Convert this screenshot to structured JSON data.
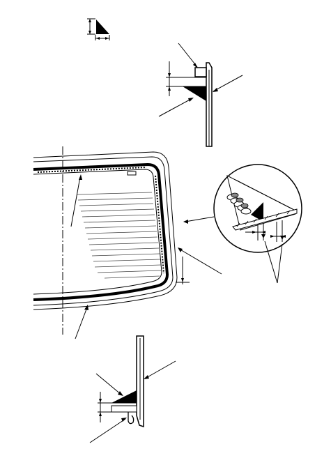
{
  "figure": {
    "description_visible_text": "",
    "colors": {
      "ink": "#000000",
      "paper": "#ffffff",
      "glass_lines": "#444444"
    },
    "callouts": {
      "top_section": [
        "retainer-clip-callout",
        "bead-callout",
        "panel-callout",
        "bead-height-dim"
      ],
      "window_view": [
        "glass-edge-callout",
        "centerline-callout",
        "lower-bead-callout",
        "corner-callout",
        "detail-callout"
      ],
      "detail_circle": [
        "primer-width-dim-left",
        "primer-width-dim-right",
        "detail-leader"
      ],
      "bottom_section": [
        "panel-callout",
        "bead-callout",
        "retainer-callout",
        "bead-height-dim"
      ]
    }
  }
}
